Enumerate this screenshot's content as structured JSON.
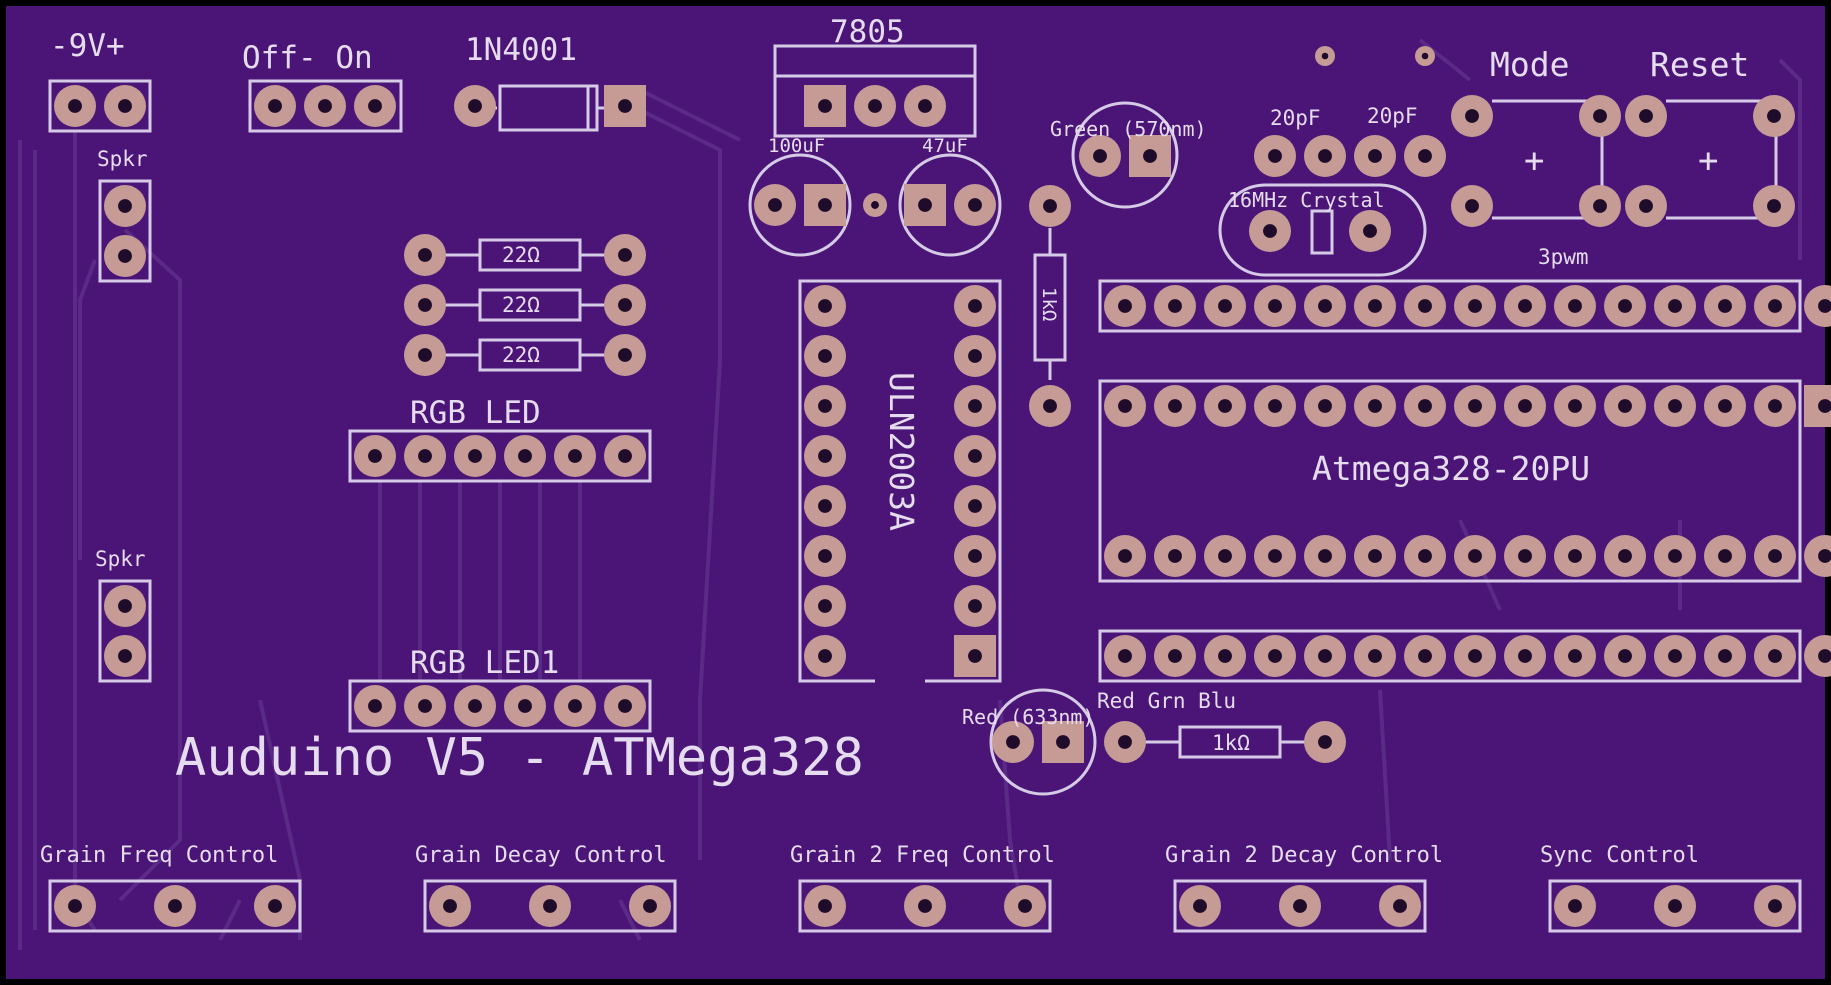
{
  "colors": {
    "board": "#4a1577",
    "outline": "#d6cbe6",
    "pad": "#c69b95",
    "hole": "#1f0b2a",
    "trace": "#5a2a86",
    "silk": "#e6dcef"
  },
  "board": {
    "title": "Auduino V5 - ATMega328"
  },
  "labels": {
    "battery": "-9V+",
    "switch": "Off- On",
    "diode": "1N4001",
    "regulator": "7805",
    "cap_left": "100uF",
    "cap_right": "47uF",
    "led_green": "Green (570nm)",
    "cap_20pf_1": "20pF",
    "cap_20pf_2": "20pF",
    "crystal": "16MHz Crystal",
    "mode": "Mode",
    "reset": "Reset",
    "spkr_top": "Spkr",
    "spkr_bottom": "Spkr",
    "res_1": "22Ω",
    "res_2": "22Ω",
    "res_3": "22Ω",
    "rgb_led": "RGB LED",
    "rgb_led1": "RGB LED1",
    "uln": "ULN2003A",
    "res_1k_vertical": "1kΩ",
    "res_1k_horizontal": "1kΩ",
    "header_3pwm": "3pwm",
    "mcu": "Atmega328-20PU",
    "rgb_legend": "Red Grn Blu",
    "led_red": "Red (633nm)",
    "pot_1": "Grain Freq Control",
    "pot_2": "Grain Decay Control",
    "pot_3": "Grain 2 Freq Control",
    "pot_4": "Grain 2 Decay Control",
    "pot_5": "Sync Control"
  }
}
